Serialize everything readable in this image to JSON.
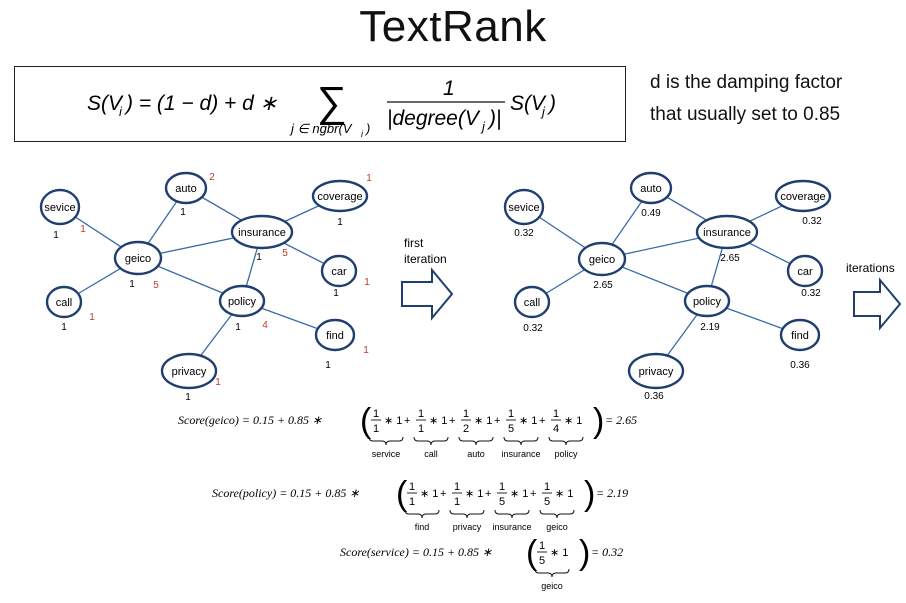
{
  "title": "TextRank",
  "formula": {
    "lhs": "S(V",
    "lhs_sub": "i",
    "rhs_prefix": ") = (1 − d) + d ∗",
    "sum": "∑",
    "sum_under": "j ∈ ngbr(V",
    "sum_under_sub": "i",
    "frac_num": "1",
    "frac_den": "|degree(V",
    "frac_den_sub": "j",
    "rhs_suffix": "S(V",
    "rhs_suffix_sub": "j"
  },
  "note": {
    "line1": "d is the damping factor",
    "line2": "that usually set to 0.85"
  },
  "arrows": {
    "first_iteration_line1": "first",
    "first_iteration_line2": "iteration",
    "iterations": "iterations"
  },
  "graph_left": {
    "nodes": [
      {
        "id": "sevice",
        "label": "sevice",
        "score": "1",
        "degree": "1"
      },
      {
        "id": "auto",
        "label": "auto",
        "score": "1",
        "degree": "2"
      },
      {
        "id": "coverage",
        "label": "coverage",
        "score": "1",
        "degree": "1"
      },
      {
        "id": "insurance",
        "label": "insurance",
        "score": "1",
        "degree": "5"
      },
      {
        "id": "geico",
        "label": "geico",
        "score": "1",
        "degree": "5"
      },
      {
        "id": "car",
        "label": "car",
        "score": "1",
        "degree": "1"
      },
      {
        "id": "call",
        "label": "call",
        "score": "1",
        "degree": "1"
      },
      {
        "id": "policy",
        "label": "policy",
        "score": "1",
        "degree": "4"
      },
      {
        "id": "find",
        "label": "find",
        "score": "1",
        "degree": "1"
      },
      {
        "id": "privacy",
        "label": "privacy",
        "score": "1",
        "degree": "1"
      }
    ]
  },
  "graph_right": {
    "nodes": [
      {
        "id": "sevice",
        "label": "sevice",
        "score": "0.32"
      },
      {
        "id": "auto",
        "label": "auto",
        "score": "0.49"
      },
      {
        "id": "coverage",
        "label": "coverage",
        "score": "0.32"
      },
      {
        "id": "insurance",
        "label": "insurance",
        "score": "2.65"
      },
      {
        "id": "geico",
        "label": "geico",
        "score": "2.65"
      },
      {
        "id": "car",
        "label": "car",
        "score": "0.32"
      },
      {
        "id": "call",
        "label": "call",
        "score": "0.32"
      },
      {
        "id": "policy",
        "label": "policy",
        "score": "2.19"
      },
      {
        "id": "find",
        "label": "find",
        "score": "0.36"
      },
      {
        "id": "privacy",
        "label": "privacy",
        "score": "0.36"
      }
    ]
  },
  "edges": [
    [
      "sevice",
      "geico"
    ],
    [
      "auto",
      "geico"
    ],
    [
      "auto",
      "insurance"
    ],
    [
      "geico",
      "insurance"
    ],
    [
      "geico",
      "call"
    ],
    [
      "geico",
      "policy"
    ],
    [
      "insurance",
      "coverage"
    ],
    [
      "insurance",
      "car"
    ],
    [
      "insurance",
      "policy"
    ],
    [
      "policy",
      "find"
    ],
    [
      "policy",
      "privacy"
    ]
  ],
  "equations": [
    {
      "lhs": "Score(geico) = 0.15 + 0.85 ∗",
      "terms": [
        {
          "num": "1",
          "den": "1",
          "under": "service"
        },
        {
          "num": "1",
          "den": "1",
          "under": "call"
        },
        {
          "num": "1",
          "den": "2",
          "under": "auto"
        },
        {
          "num": "1",
          "den": "5",
          "under": "insurance"
        },
        {
          "num": "1",
          "den": "4",
          "under": "policy"
        }
      ],
      "term_suffix": "∗ 1",
      "result": "= 2.65"
    },
    {
      "lhs": "Score(policy) = 0.15 + 0.85 ∗",
      "terms": [
        {
          "num": "1",
          "den": "1",
          "under": "find"
        },
        {
          "num": "1",
          "den": "1",
          "under": "privacy"
        },
        {
          "num": "1",
          "den": "5",
          "under": "insurance"
        },
        {
          "num": "1",
          "den": "5",
          "under": "geico"
        }
      ],
      "term_suffix": "∗ 1",
      "result": "= 2.19"
    },
    {
      "lhs": "Score(service) = 0.15 + 0.85 ∗",
      "terms": [
        {
          "num": "1",
          "den": "5",
          "under": "geico"
        }
      ],
      "term_suffix": "∗ 1",
      "result": "= 0.32"
    }
  ],
  "colors": {
    "node_stroke": "#1f3f6e",
    "edge": "#3a6aa8",
    "degree_label": "#c0392b",
    "arrow": "#1f3f6e"
  }
}
